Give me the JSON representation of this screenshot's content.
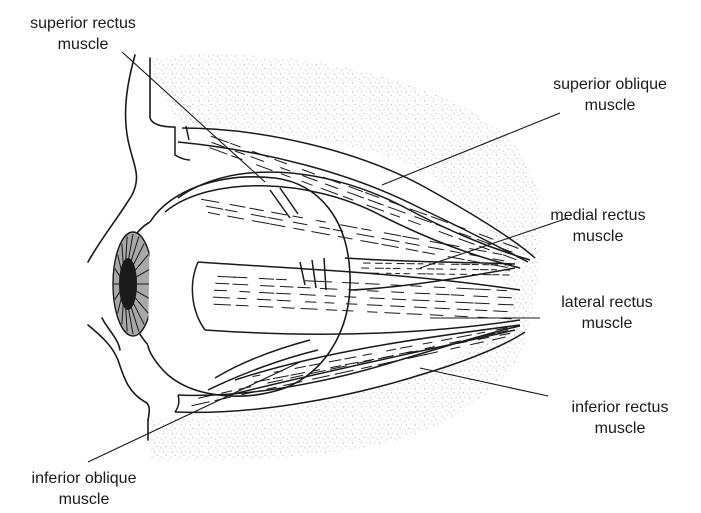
{
  "labels": {
    "superior_rectus": {
      "line1": "superior rectus",
      "line2": "muscle"
    },
    "superior_oblique": {
      "line1": "superior oblique",
      "line2": "muscle"
    },
    "medial_rectus": {
      "line1": "medial rectus",
      "line2": "muscle"
    },
    "lateral_rectus": {
      "line1": "lateral rectus",
      "line2": "muscle"
    },
    "inferior_rectus": {
      "line1": "inferior rectus",
      "line2": "muscle"
    },
    "inferior_oblique": {
      "line1": "inferior oblique",
      "line2": "muscle"
    }
  },
  "colors": {
    "ink": "#1a1a1a",
    "orbit_stipple": "#9a9a9a",
    "iris": "#a8a8a8",
    "pupil": "#1a1a1a",
    "background": "#ffffff"
  }
}
